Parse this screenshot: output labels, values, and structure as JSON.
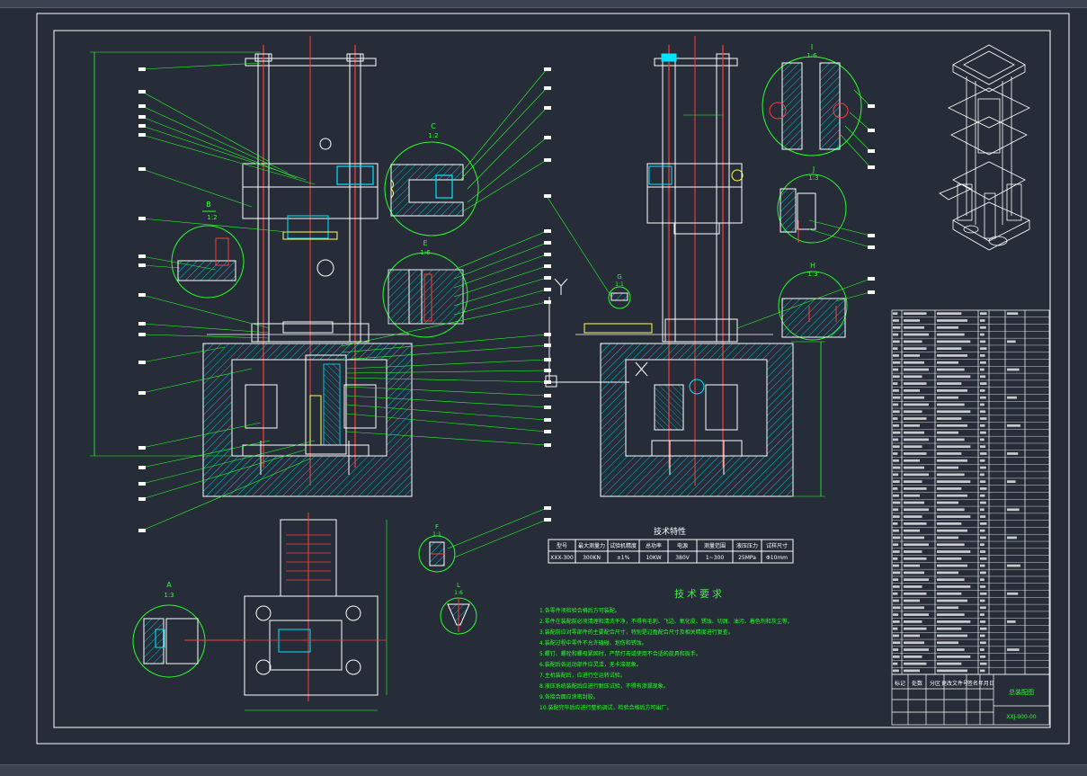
{
  "tech_params": {
    "title": "技术特性",
    "headers": [
      "型号",
      "最大测量力",
      "试验机精度",
      "总功率",
      "电源",
      "测量范围",
      "液压压力",
      "试样尺寸"
    ],
    "values": [
      "XXX-300",
      "300KN",
      "±1%",
      "10KW",
      "380V",
      "1~300",
      "25MPa",
      "Φ10mm"
    ]
  },
  "tech_req": {
    "title": "技术要求",
    "items": [
      "1.各零件须检验合格后方可装配。",
      "2.零件在装配前必须清理和清洗干净，不得有毛刺、飞边、氧化皮、锈蚀、切屑、油污、着色剂和灰尘等。",
      "3.装配前应对零部件的主要配合尺寸，特别是过盈配合尺寸及相关精度进行复查。",
      "4.装配过程中零件不允许磕碰、划伤和锈蚀。",
      "5.螺钉、螺栓和螺母紧固时，严禁打击或使用不合适的旋具和扳手。",
      "6.装配后各运动部件应灵活，无卡滞现象。",
      "7.主机装配后，应进行空运转试验。",
      "8.液压系统装配后应进行耐压试验，不得有渗漏现象。",
      "9.各接合面应涂密封胶。",
      "10.装配完毕后应进行整机调试，检验合格后方可出厂。"
    ]
  },
  "title_block": {
    "name": "总装配图",
    "drawing_no": "XXJ-000-00",
    "headers": [
      "标记",
      "处数",
      "分区",
      "更改文件号",
      "签名",
      "年月日"
    ]
  },
  "views": {
    "detail_c": {
      "label": "C",
      "scale": "1:2"
    },
    "detail_b_left": {
      "label": "B",
      "scale": "1:2"
    },
    "detail_e": {
      "label": "E",
      "scale": "1:6"
    },
    "detail_a": {
      "label": "A",
      "scale": "1:3"
    },
    "detail_f": {
      "label": "F",
      "scale": "1:1"
    },
    "detail_l": {
      "label": "L",
      "scale": "1:6"
    },
    "detail_g": {
      "label": "G",
      "scale": "1:1"
    },
    "detail_i": {
      "label": "I",
      "scale": "1:6"
    },
    "detail_j": {
      "label": "J",
      "scale": "1:3"
    },
    "detail_h": {
      "label": "H",
      "scale": "1:3"
    }
  },
  "colors": {
    "background": "#262d38",
    "frame": "#ffffff",
    "green": "#2aff2a",
    "red": "#ff3b3b",
    "cyan": "#00e5ff",
    "hatch": "#00bcd4",
    "yellow": "#ffff55"
  }
}
